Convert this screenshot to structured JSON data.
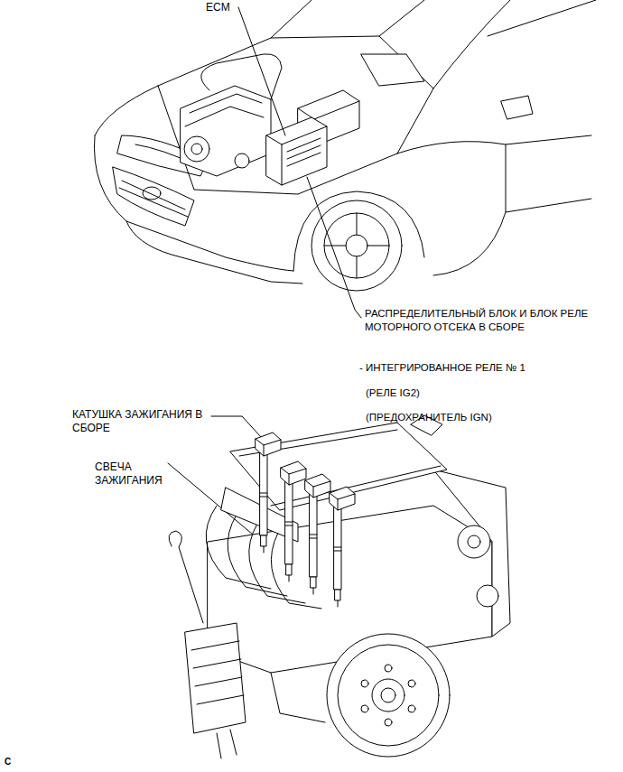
{
  "diagram": {
    "labels": [
      "ECM",
      "РАСПРЕДЕЛИТЕЛЬНЫЙ БЛОК И БЛОК РЕЛЕ МОТОРНОГО ОТСЕКА В СБОРЕ",
      "- ИНТЕГРИРОВАННОЕ РЕЛЕ № 1",
      "(РЕЛЕ IG2)",
      "(ПРЕДОХРАНИТЕЛЬ IGN)",
      "КАТУШКА ЗАЖИГАНИЯ В СБОРЕ",
      "СВЕЧА ЗАЖИГАНИЯ",
      "C"
    ]
  }
}
